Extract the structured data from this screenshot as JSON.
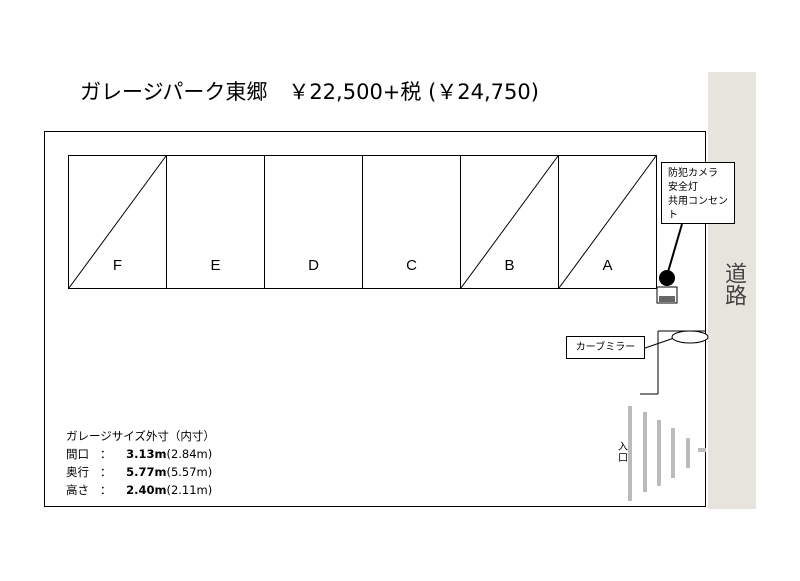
{
  "title": "ガレージパーク東郷　￥22,500+税 (￥24,750)",
  "road_label": "道路",
  "bays": [
    "F",
    "E",
    "D",
    "C",
    "B",
    "A"
  ],
  "callout_camera": [
    "防犯カメラ",
    "安全灯",
    "共用コンセント"
  ],
  "callout_mirror": "カーブミラー",
  "specs": {
    "heading": "ガレージサイズ外寸（内寸）",
    "rows": [
      {
        "label": "間口",
        "sep": "：",
        "value": "3.13m",
        "inner": "(2.84m)"
      },
      {
        "label": "奥行",
        "sep": "：",
        "value": "5.77m",
        "inner": "(5.57m)"
      },
      {
        "label": "高さ",
        "sep": "：",
        "value": "2.40m",
        "inner": "(2.11m)"
      }
    ]
  },
  "entrance_label": "入口"
}
